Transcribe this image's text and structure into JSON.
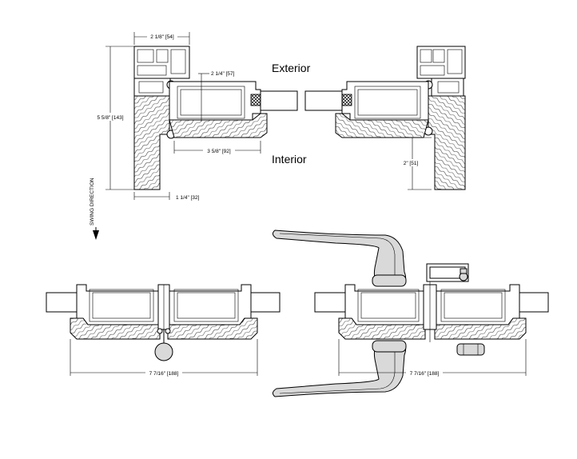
{
  "labels": {
    "exterior": "Exterior",
    "interior": "Interior",
    "swing_direction": "SWING DIRECTION"
  },
  "dimensions": {
    "frame_depth": "2 1/8\" [54]",
    "glass_offset": "2 1/4\" [57]",
    "frame_height": "5 5/8\" [143]",
    "sash_width": "3 5/8\" [92]",
    "jamb_width": "1 1/4\" [32]",
    "sill_height": "2\" [51]",
    "left_overall": "7 7/16\" [188]",
    "right_overall": "7 7/16\" [188]"
  },
  "colors": {
    "line": "#000000",
    "hatch": "#000000",
    "handle_fill": "#d9d9d9"
  }
}
